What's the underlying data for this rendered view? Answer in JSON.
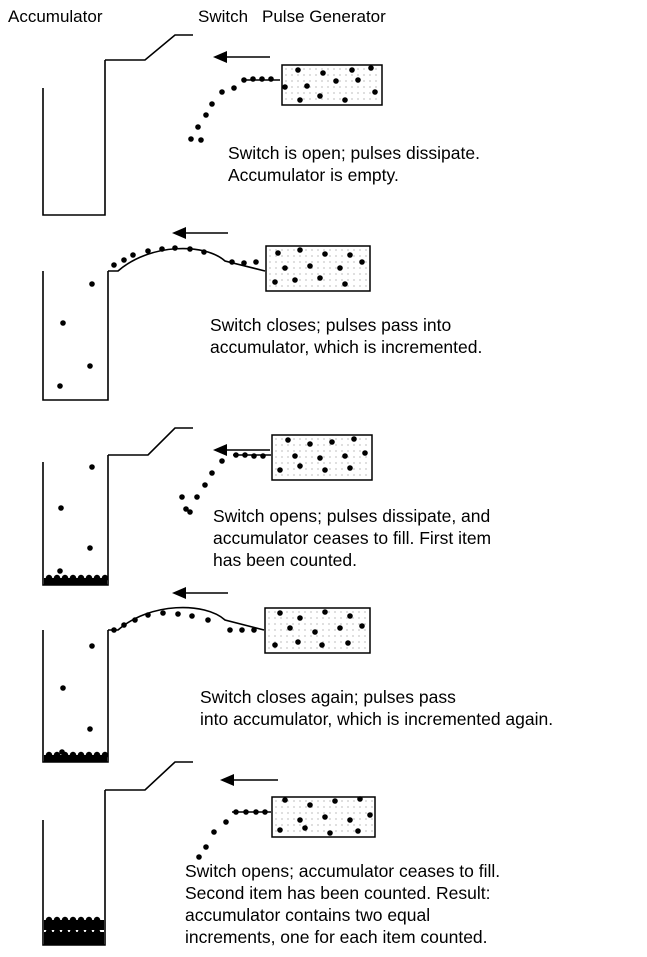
{
  "headers": {
    "accumulator": "Accumulator",
    "switch": "Switch",
    "pulse_generator": "Pulse Generator"
  },
  "stages": [
    {
      "switch_state": "open",
      "accumulator_increments": 0,
      "caption": [
        "Switch is open; pulses dissipate.",
        "Accumulator is empty."
      ]
    },
    {
      "switch_state": "closed",
      "accumulator_increments": 0,
      "caption": [
        "Switch closes; pulses pass into",
        "accumulator, which is incremented."
      ]
    },
    {
      "switch_state": "open",
      "accumulator_increments": 1,
      "caption": [
        "Switch opens; pulses dissipate, and",
        "accumulator ceases to fill.  First item",
        "has been counted."
      ]
    },
    {
      "switch_state": "closed",
      "accumulator_increments": 1,
      "caption": [
        "Switch closes again; pulses pass",
        "into accumulator, which is incremented again."
      ]
    },
    {
      "switch_state": "open",
      "accumulator_increments": 2,
      "caption": [
        "Switch opens; accumulator ceases to fill.",
        "Second item has been counted.  Result:",
        "accumulator contains two equal",
        "increments, one for each item counted."
      ]
    }
  ]
}
